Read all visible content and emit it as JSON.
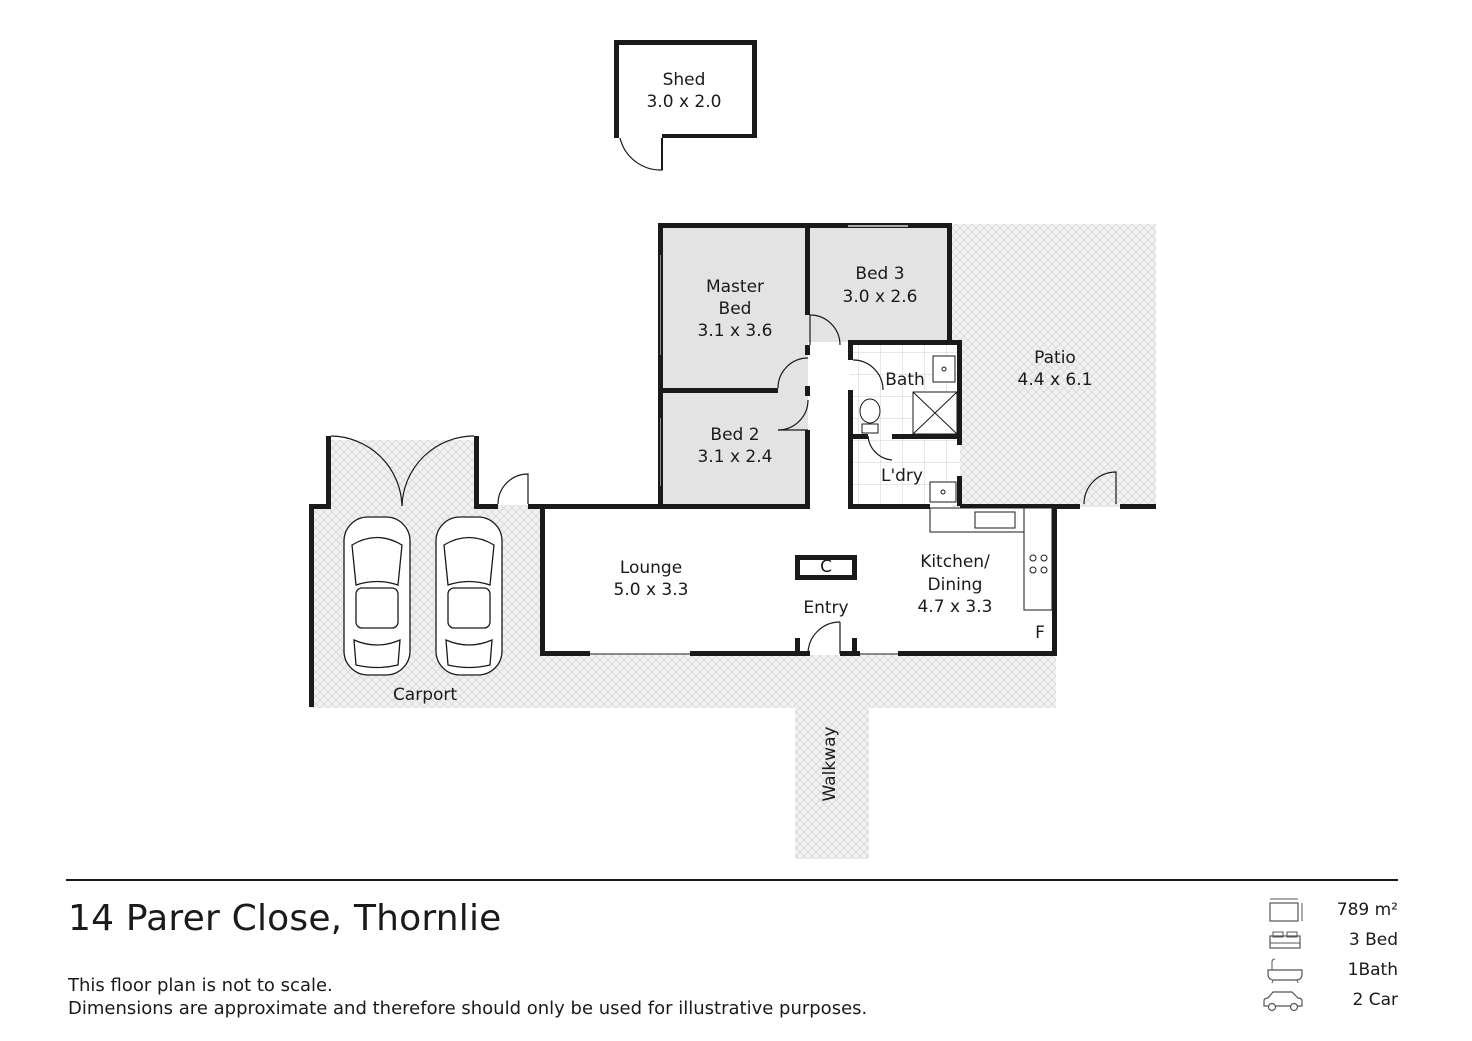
{
  "rooms": {
    "shed": {
      "name": "Shed",
      "dims": "3.0 x 2.0"
    },
    "master_bed": {
      "name1": "Master",
      "name2": "Bed",
      "dims": "3.1 x 3.6"
    },
    "bed3": {
      "name": "Bed 3",
      "dims": "3.0 x 2.6"
    },
    "patio": {
      "name": "Patio",
      "dims": "4.4 x 6.1"
    },
    "bath": {
      "name": "Bath"
    },
    "bed2": {
      "name": "Bed 2",
      "dims": "3.1 x 2.4"
    },
    "laundry": {
      "name": "L'dry"
    },
    "lounge": {
      "name": "Lounge",
      "dims": "5.0 x 3.3"
    },
    "closet": {
      "name": "C"
    },
    "entry": {
      "name": "Entry"
    },
    "kitchen": {
      "name1": "Kitchen/",
      "name2": "Dining",
      "dims": "4.7 x 3.3"
    },
    "fridge": {
      "name": "F"
    },
    "carport": {
      "name": "Carport"
    },
    "walkway": {
      "name": "Walkway"
    }
  },
  "address": "14 Parer Close, Thornlie",
  "disclaimer": {
    "line1": "This floor plan is not to scale.",
    "line2": "Dimensions are approximate and therefore should only be used for illustrative purposes."
  },
  "stats": [
    {
      "icon": "land-area-icon",
      "value": "789 m²"
    },
    {
      "icon": "bed-icon",
      "value": "3 Bed"
    },
    {
      "icon": "bathtub-icon",
      "value": "1Bath"
    },
    {
      "icon": "car-icon",
      "value": "2 Car"
    }
  ],
  "colors": {
    "walls": "#1a1a1a",
    "room_fill": "#e3e3e3",
    "paving_fill": "#ececec"
  }
}
